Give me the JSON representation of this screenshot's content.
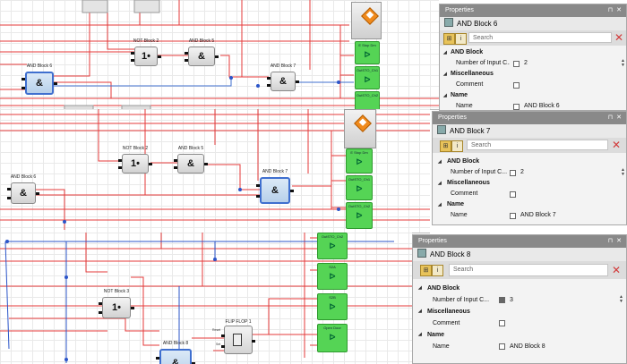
{
  "canvas_1": {
    "blocks": [
      {
        "label": "NOT Block 2",
        "symbol": "1•"
      },
      {
        "label": "AND Block 5",
        "symbol": "&"
      },
      {
        "label": "AND Block 6",
        "symbol": "&"
      },
      {
        "label": "AND Block 7",
        "symbol": "&"
      }
    ],
    "io_blocks": [
      "E Stop Dm",
      "OutSTO_Ch1",
      "OutSTO_Ch2"
    ],
    "io_symbol": "ᐅ"
  },
  "canvas_2": {
    "blocks": [
      {
        "label": "AND Block 6",
        "symbol": "&"
      },
      {
        "label": "NOT Block 2",
        "symbol": "1•"
      },
      {
        "label": "AND Block 5",
        "symbol": "&"
      },
      {
        "label": "AND Block 7",
        "symbol": "&"
      }
    ],
    "io_blocks": [
      "E Stop Dm",
      "OutSTO_Ch1",
      "OutSTO_Ch2"
    ]
  },
  "canvas_3": {
    "blocks": [
      {
        "label": "NOT Block 3",
        "symbol": "1•"
      },
      {
        "label": "AND Block 8",
        "symbol": "&"
      }
    ],
    "flipflop": {
      "label": "FLIP FLOP 1",
      "set": "Set",
      "reset": "Reset"
    },
    "io_blocks": [
      "OutSTO_Ch2",
      "S2A",
      "S2B",
      "Open Door"
    ]
  },
  "panels": [
    {
      "title": "Properties",
      "object": "AND Block 6",
      "search_placeholder": "Search",
      "rows": [
        {
          "kind": "cat",
          "name": "AND Block"
        },
        {
          "kind": "prop",
          "name": "Number of Input C...",
          "value": "2",
          "spin": true
        },
        {
          "kind": "cat",
          "name": "Miscellaneous"
        },
        {
          "kind": "prop",
          "name": "Comment",
          "value": ""
        },
        {
          "kind": "cat",
          "name": "Name"
        },
        {
          "kind": "prop",
          "name": "Name",
          "value": "AND Block 6"
        }
      ]
    },
    {
      "title": "Properties",
      "object": "AND Block 7",
      "search_placeholder": "Search",
      "rows": [
        {
          "kind": "cat",
          "name": "AND Block"
        },
        {
          "kind": "prop",
          "name": "Number of Input C...",
          "value": "2",
          "spin": true
        },
        {
          "kind": "cat",
          "name": "Miscellaneous"
        },
        {
          "kind": "prop",
          "name": "Comment",
          "value": ""
        },
        {
          "kind": "cat",
          "name": "Name"
        },
        {
          "kind": "prop",
          "name": "Name",
          "value": "AND Block 7"
        }
      ]
    },
    {
      "title": "Properties",
      "object": "AND Block 8",
      "search_placeholder": "Search",
      "rows": [
        {
          "kind": "cat",
          "name": "AND Block"
        },
        {
          "kind": "prop",
          "name": "Number of Input C...",
          "value": "3",
          "spin": true
        },
        {
          "kind": "cat",
          "name": "Miscellaneous"
        },
        {
          "kind": "prop",
          "name": "Comment",
          "value": ""
        },
        {
          "kind": "cat",
          "name": "Name"
        },
        {
          "kind": "prop",
          "name": "Name",
          "value": "AND Block 8"
        }
      ]
    }
  ],
  "panel_icons": {
    "pin": "pin-icon",
    "close": "close-icon",
    "clear": "clear-search-icon"
  },
  "colors": {
    "wire": "#e43a3a",
    "selection": "#3f6fcf",
    "io_green": "#55d455",
    "titlebar": "#898989"
  }
}
